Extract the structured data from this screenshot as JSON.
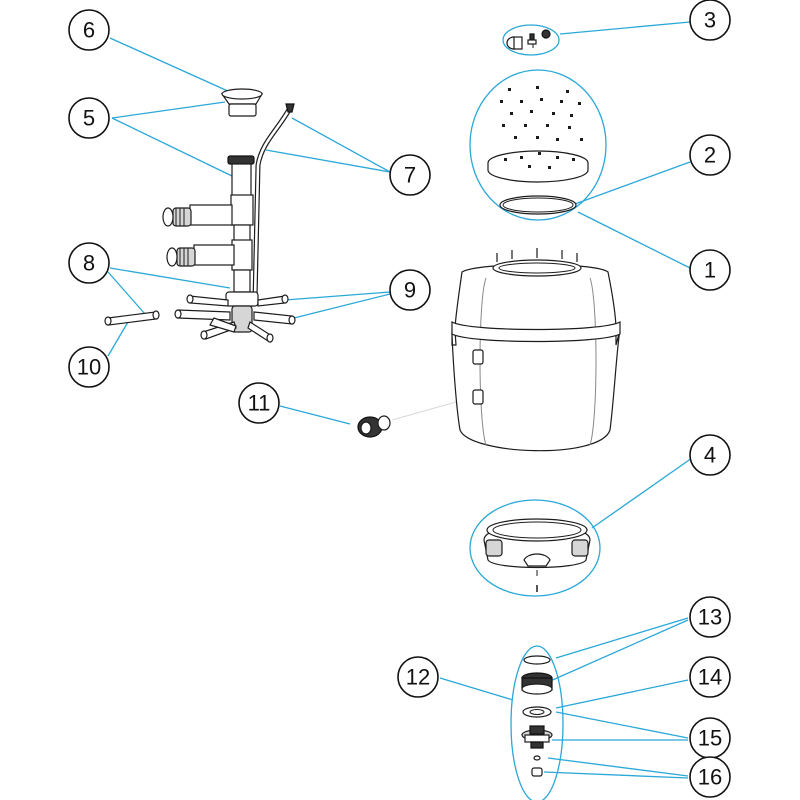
{
  "diagram": {
    "colors": {
      "leader_line": "#2aa8d8",
      "part_outline": "#1c1c1c",
      "part_shade": "#d6d6d6",
      "part_dark": "#333333"
    },
    "callouts": [
      {
        "id": "c1",
        "number": "1"
      },
      {
        "id": "c2",
        "number": "2"
      },
      {
        "id": "c3",
        "number": "3"
      },
      {
        "id": "c4",
        "number": "4"
      },
      {
        "id": "c5",
        "number": "5"
      },
      {
        "id": "c6",
        "number": "6"
      },
      {
        "id": "c7",
        "number": "7"
      },
      {
        "id": "c8",
        "number": "8"
      },
      {
        "id": "c9",
        "number": "9"
      },
      {
        "id": "c10",
        "number": "10"
      },
      {
        "id": "c11",
        "number": "11"
      },
      {
        "id": "c12",
        "number": "12"
      },
      {
        "id": "c13",
        "number": "13"
      },
      {
        "id": "c14",
        "number": "14"
      },
      {
        "id": "c15",
        "number": "15"
      },
      {
        "id": "c16",
        "number": "16"
      }
    ]
  }
}
